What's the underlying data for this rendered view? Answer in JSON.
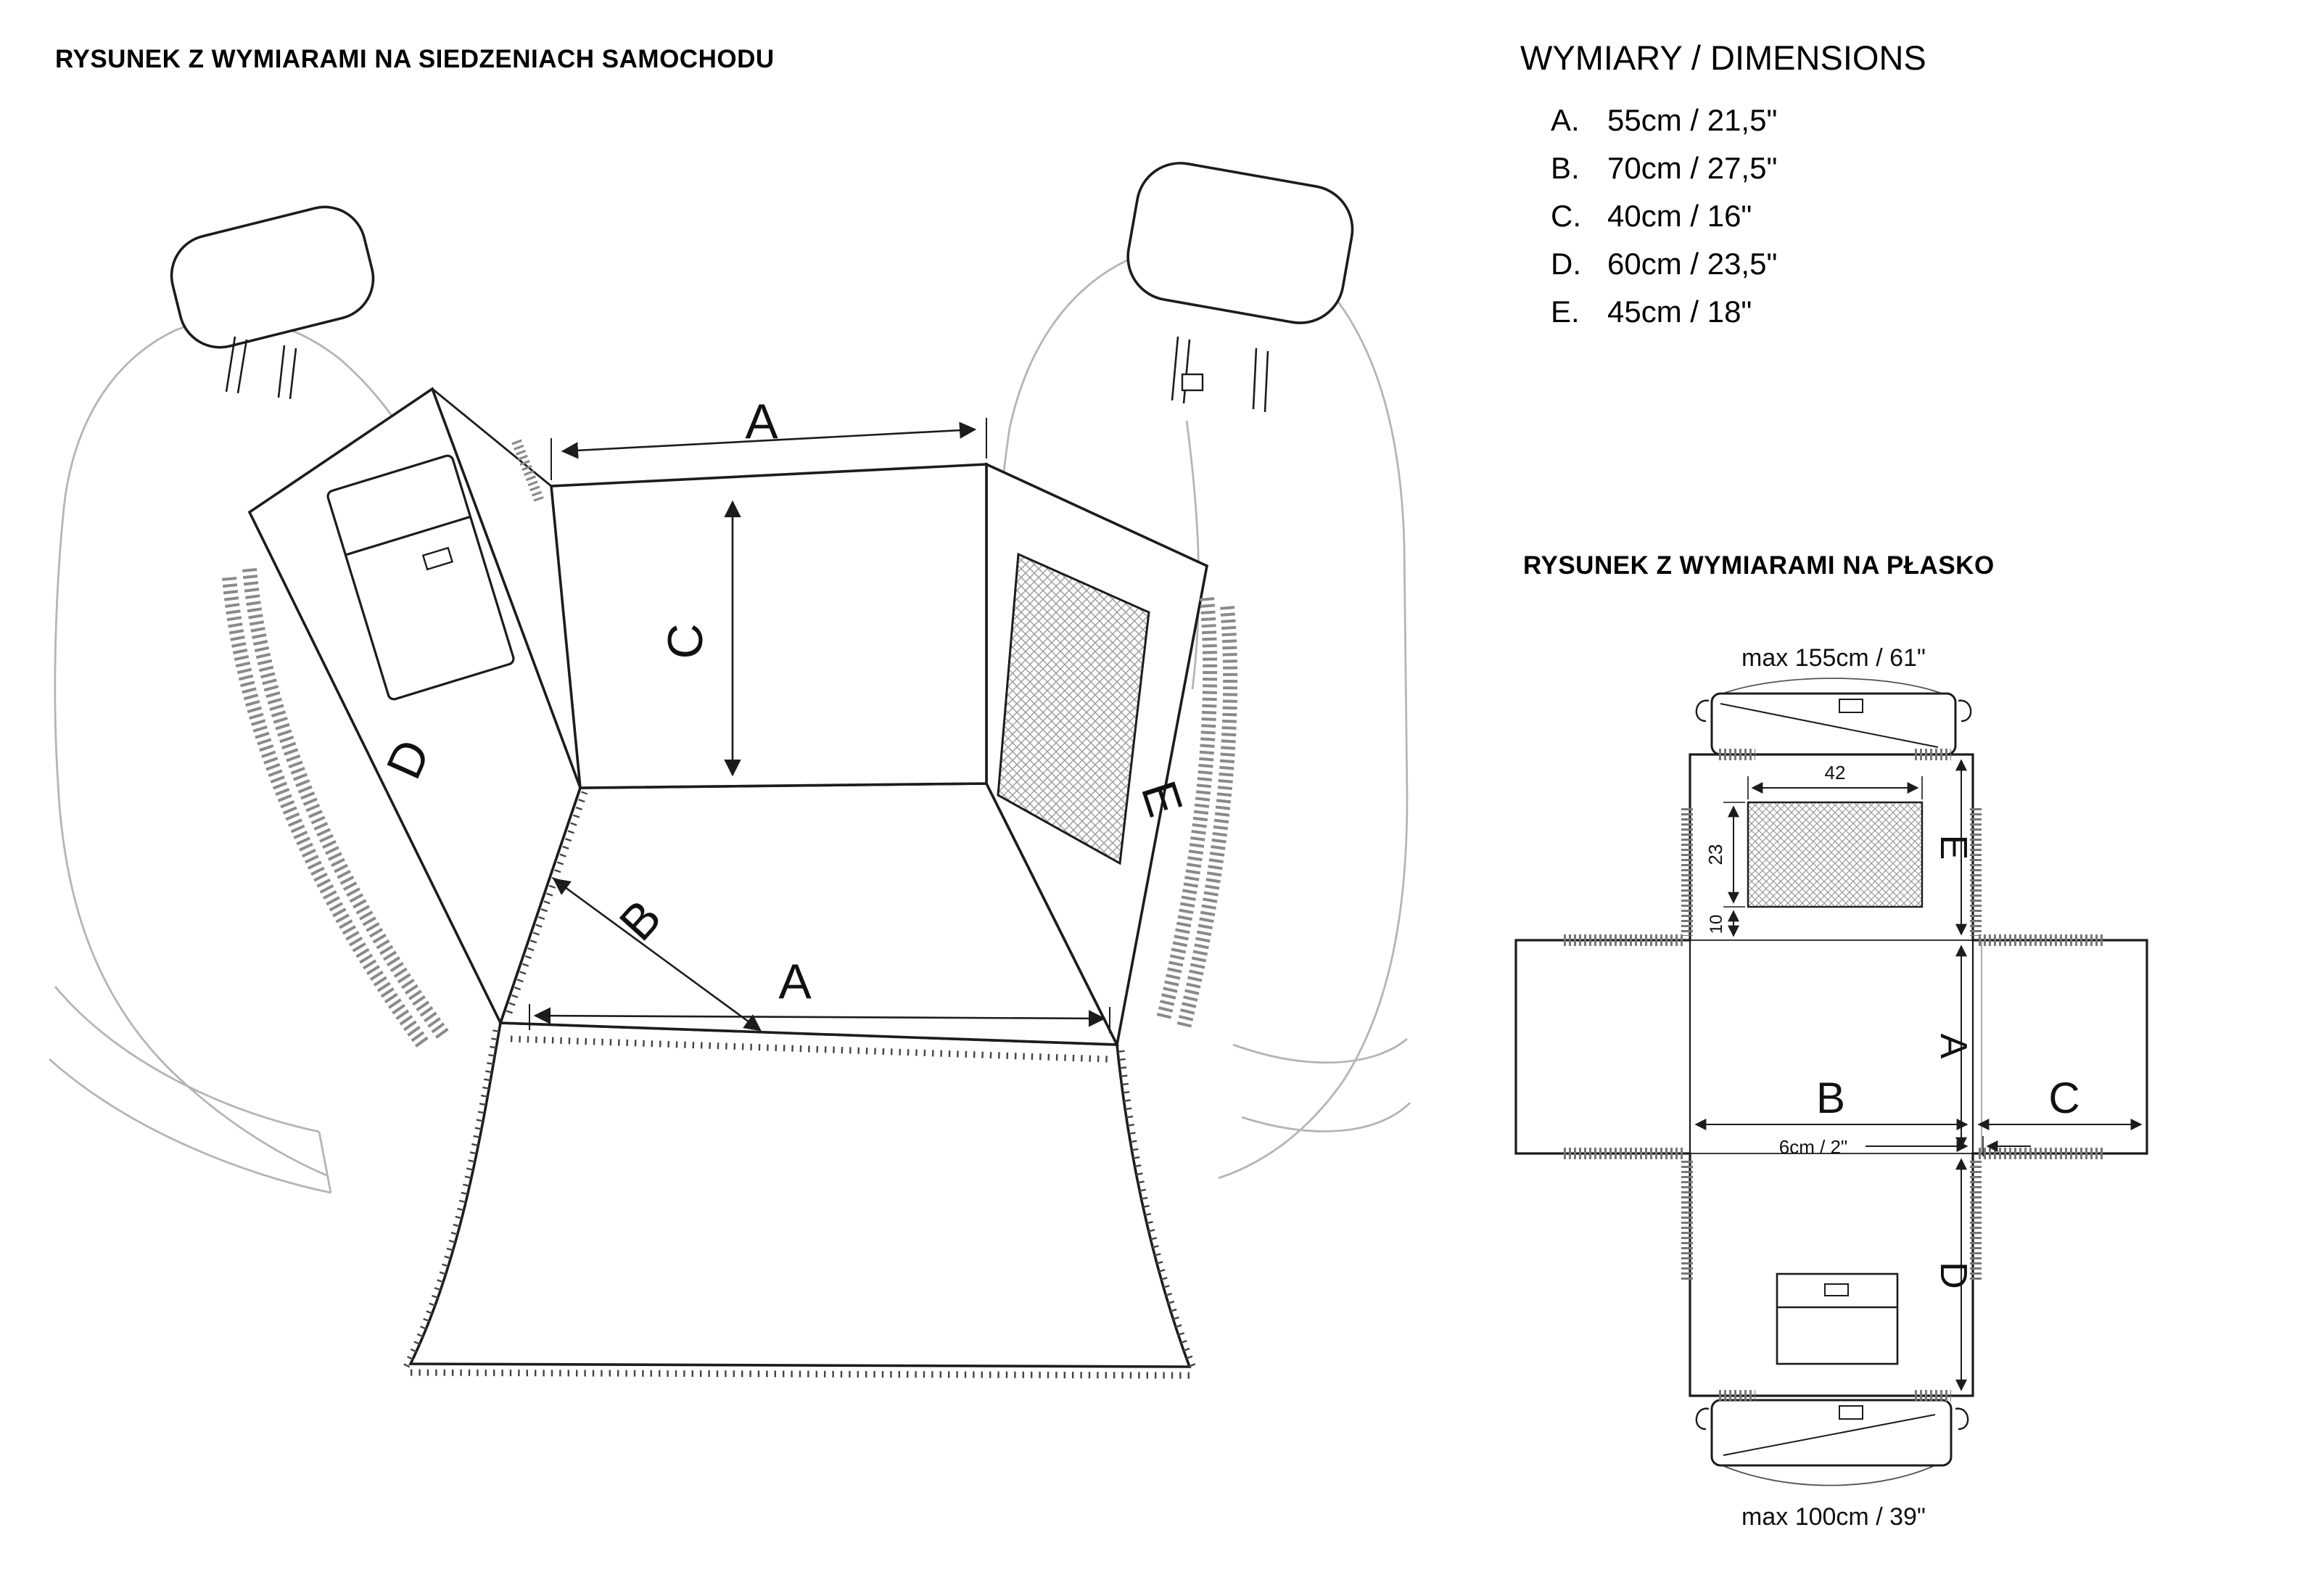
{
  "page": {
    "left_title": "RYSUNEK Z WYMIARAMI NA SIEDZENIACH SAMOCHODU",
    "dimensions_heading": "WYMIARY / DIMENSIONS",
    "flat_title": "RYSUNEK Z WYMIARAMI NA PŁASKO"
  },
  "dimensions": {
    "items": [
      {
        "letter": "A.",
        "value": "55cm / 21,5\""
      },
      {
        "letter": "B.",
        "value": "70cm / 27,5\""
      },
      {
        "letter": "C.",
        "value": "40cm / 16\""
      },
      {
        "letter": "D.",
        "value": "60cm / 23,5\""
      },
      {
        "letter": "E.",
        "value": "45cm / 18\""
      }
    ]
  },
  "seat_drawing": {
    "labels": {
      "a_top": "A",
      "c": "C",
      "b": "B",
      "a_floor": "A",
      "d": "D",
      "e": "E"
    }
  },
  "flat_drawing": {
    "labels": {
      "max_top": "max 155cm / 61\"",
      "mesh_width": "42",
      "mesh_height": "23",
      "gap": "10",
      "e": "E",
      "a": "A",
      "b": "B",
      "c": "C",
      "seam": "6cm / 2\"",
      "d": "D",
      "max_bottom": "max 100cm / 39\""
    }
  },
  "colors": {
    "line": "#1c1c1c",
    "light_line": "#b5b5b5",
    "zipper": "#8a8a8a"
  }
}
